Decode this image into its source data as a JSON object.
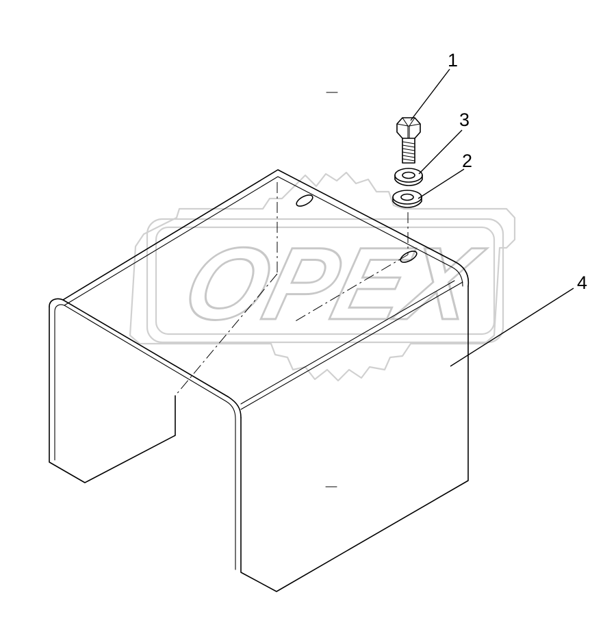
{
  "watermark": {
    "text": "OPEX",
    "color": "#c8c8c8"
  },
  "callouts": [
    {
      "id": "1",
      "label": "1",
      "part": "bolt"
    },
    {
      "id": "2",
      "label": "2",
      "part": "flat-washer"
    },
    {
      "id": "3",
      "label": "3",
      "part": "lock-washer"
    },
    {
      "id": "4",
      "label": "4",
      "part": "cover"
    }
  ],
  "colors": {
    "line": "#000000",
    "background": "#ffffff",
    "watermark": "#c8c8c8"
  }
}
